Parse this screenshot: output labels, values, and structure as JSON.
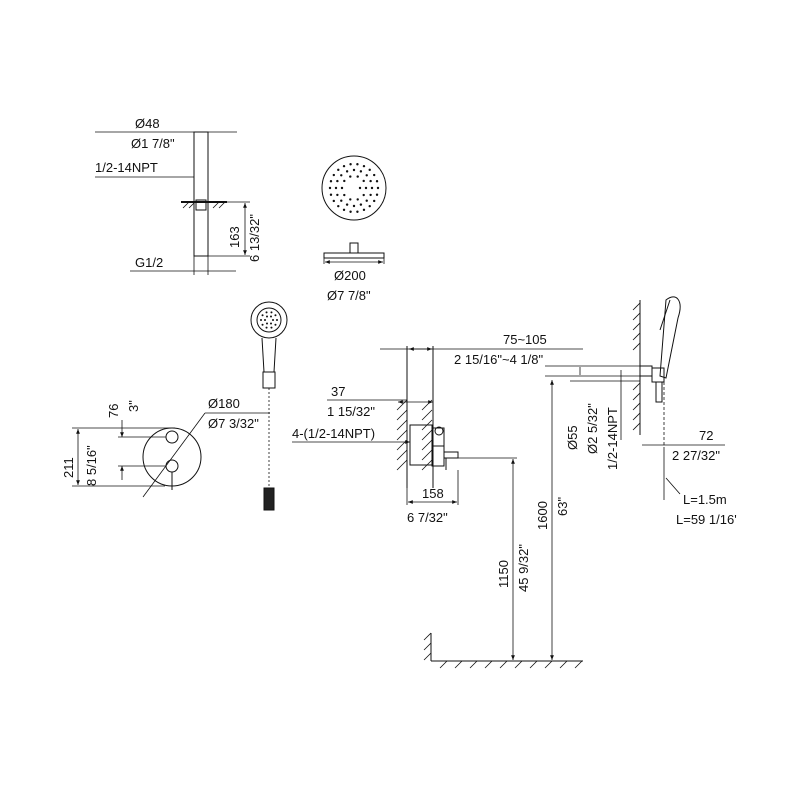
{
  "shower_arm": {
    "dia_mm": "Ø48",
    "dia_in": "Ø1 7/8\"",
    "thread_top": "1/2-14NPT",
    "length_mm": "163",
    "length_in": "6 13/32\"",
    "thread_bottom": "G1/2"
  },
  "showerhead": {
    "dia_mm": "Ø200",
    "dia_in": "Ø7 7/8\""
  },
  "trim_plate": {
    "height_mm": "211",
    "height_in": "8 5/16\"",
    "spacing_mm": "76",
    "spacing_in": "3\"",
    "dia_mm": "Ø180",
    "dia_in": "Ø7 3/32\""
  },
  "valve": {
    "recess_mm": "37",
    "recess_in": "1 15/32\"",
    "inlets": "4-(1/2-14NPT)",
    "depth_mm": "158",
    "depth_in": "6 7/32\"",
    "wall_range_mm": "75~105",
    "wall_range_in": "2 15/16\"~4 1/8\"",
    "valve_height_mm": "1150",
    "valve_height_in": "45 9/32\"",
    "arm_height_mm": "1600",
    "arm_height_in": "63\""
  },
  "handshower_holder": {
    "dia_mm": "Ø55",
    "dia_in": "Ø2 5/32\"",
    "thread": "1/2-14NPT",
    "offset_mm": "72",
    "offset_in": "2 27/32\"",
    "hose_mm": "L=1.5m",
    "hose_in": "L=59 1/16'"
  }
}
